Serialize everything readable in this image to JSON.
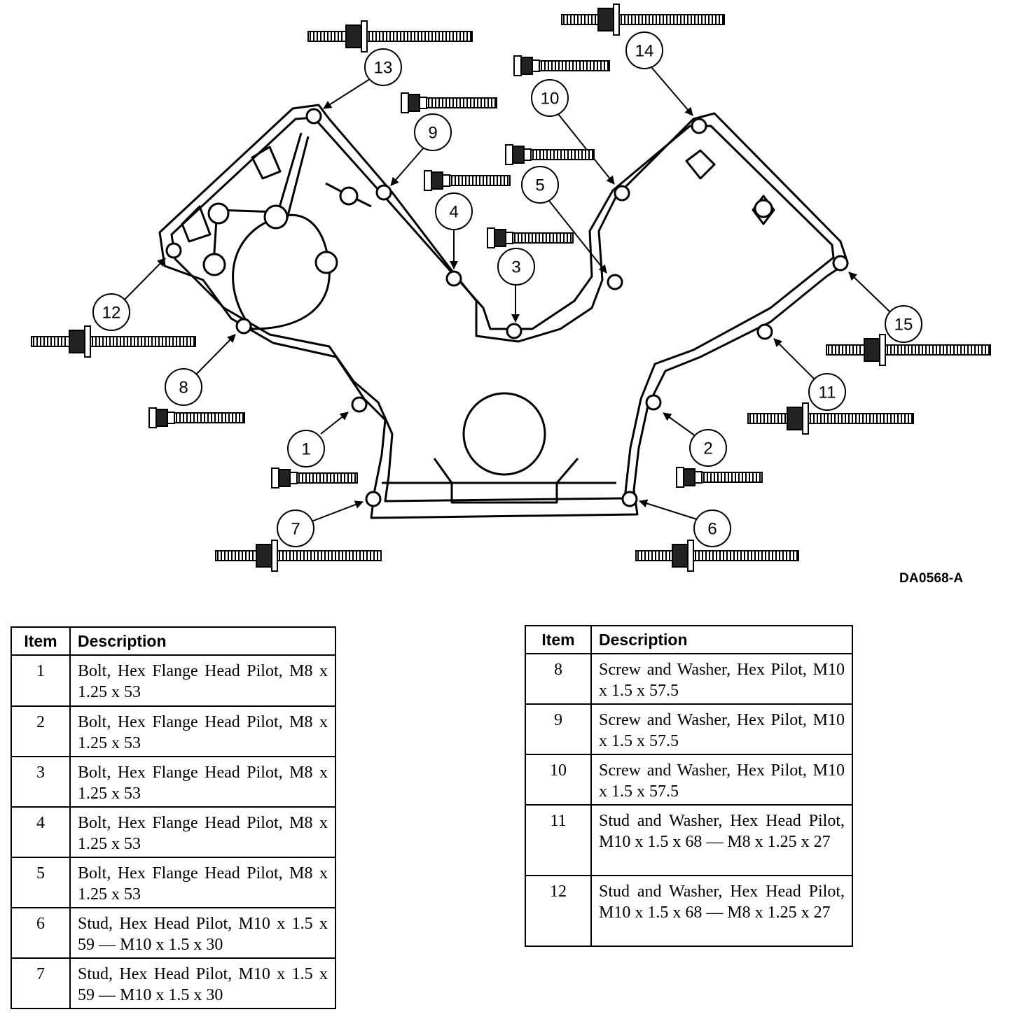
{
  "figure": {
    "code": "DA0568-A"
  },
  "callouts": [
    "1",
    "2",
    "3",
    "4",
    "5",
    "6",
    "7",
    "8",
    "9",
    "10",
    "11",
    "12",
    "13",
    "14",
    "15"
  ],
  "table_headers": {
    "item": "Item",
    "description": "Description"
  },
  "table_left": [
    {
      "item": "1",
      "description": "Bolt, Hex Flange Head Pilot, M8 x 1.25 x 53"
    },
    {
      "item": "2",
      "description": "Bolt, Hex Flange Head Pilot, M8 x 1.25 x 53"
    },
    {
      "item": "3",
      "description": "Bolt, Hex Flange Head Pilot, M8 x 1.25 x 53"
    },
    {
      "item": "4",
      "description": "Bolt, Hex Flange Head Pilot, M8 x 1.25 x 53"
    },
    {
      "item": "5",
      "description": "Bolt, Hex Flange Head Pilot, M8 x 1.25 x 53"
    },
    {
      "item": "6",
      "description": "Stud, Hex Head Pilot, M10 x 1.5 x 59 — M10 x 1.5 x 30"
    },
    {
      "item": "7",
      "description": "Stud, Hex Head Pilot, M10 x 1.5 x 59 — M10 x 1.5 x 30"
    }
  ],
  "table_right": [
    {
      "item": "8",
      "description": "Screw and Washer, Hex Pilot, M10 x 1.5 x 57.5"
    },
    {
      "item": "9",
      "description": "Screw and Washer, Hex Pilot, M10 x 1.5 x 57.5"
    },
    {
      "item": "10",
      "description": "Screw and Washer, Hex Pilot, M10 x 1.5 x 57.5"
    },
    {
      "item": "11",
      "description": "Stud and Washer, Hex Head Pilot, M10 x 1.5 x 68 — M8 x 1.25 x 27"
    },
    {
      "item": "12",
      "description": "Stud and Washer, Hex Head Pilot, M10 x 1.5 x 68 — M8 x 1.25 x 27"
    }
  ]
}
